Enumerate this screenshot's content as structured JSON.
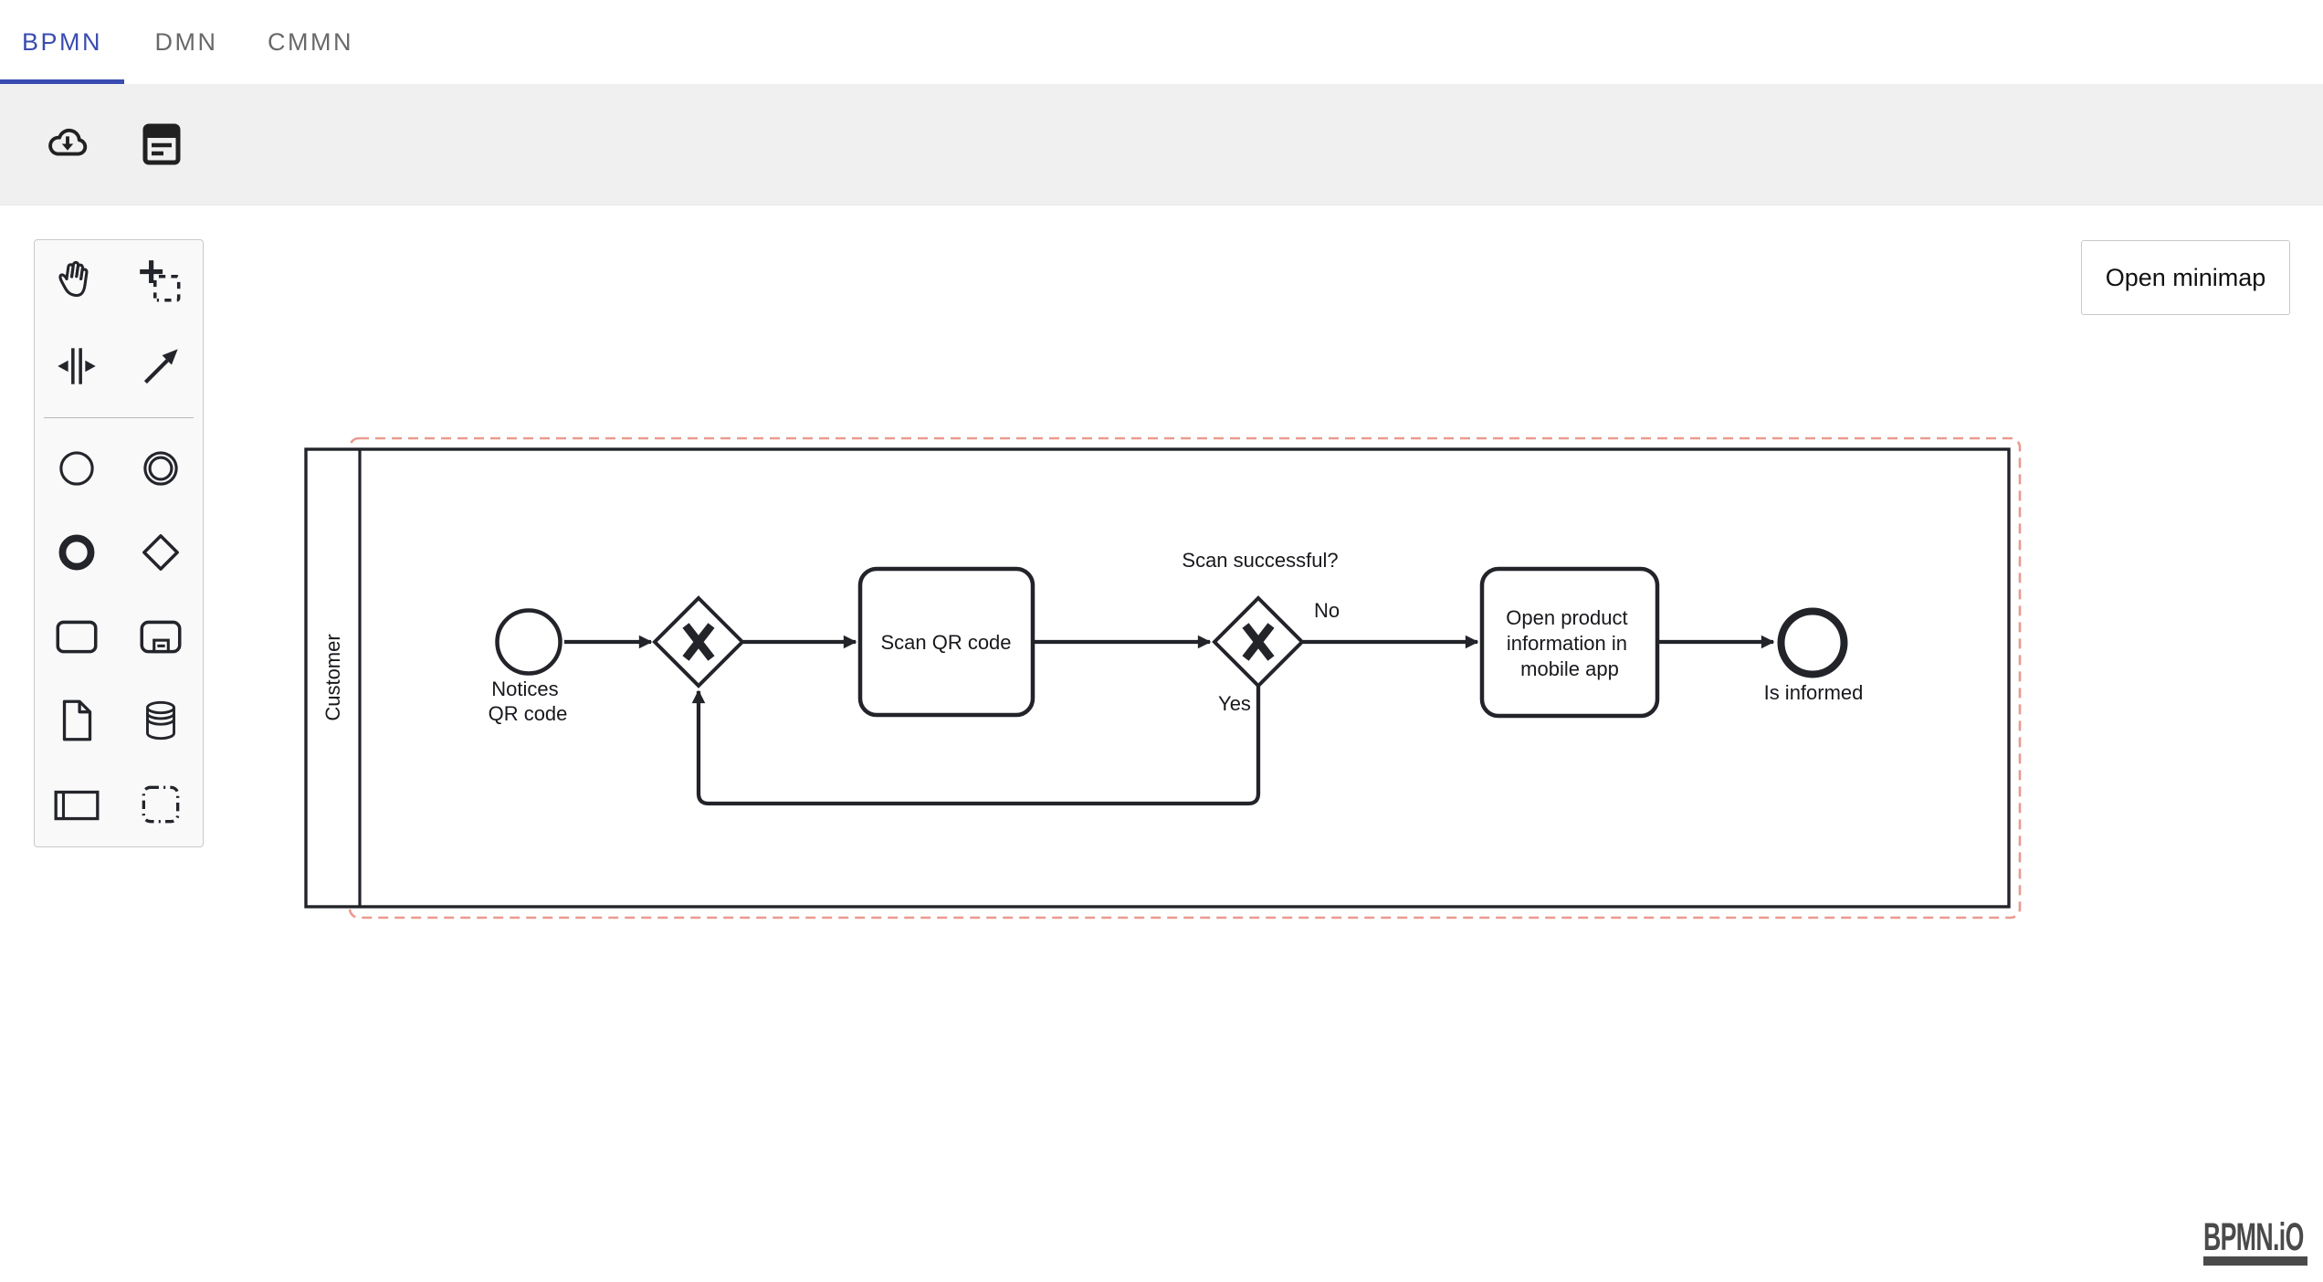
{
  "header": {
    "tabs": [
      {
        "label": "BPMN",
        "active": true
      },
      {
        "label": "DMN",
        "active": false
      },
      {
        "label": "CMMN",
        "active": false
      }
    ]
  },
  "toolbar": {
    "icons": [
      "cloud-download-icon",
      "report-form-icon"
    ]
  },
  "palette": {
    "tools": [
      "hand-tool",
      "lasso-tool",
      "space-tool",
      "global-connect-tool",
      "create-start-event",
      "create-intermediate-event",
      "create-end-event",
      "create-gateway",
      "create-task",
      "create-subprocess",
      "create-data-object",
      "create-data-store",
      "create-participant",
      "create-group"
    ]
  },
  "minimap": {
    "button_label": "Open minimap"
  },
  "diagram": {
    "pool": {
      "label": "Customer"
    },
    "start_event": {
      "label_lines": [
        "Notices",
        "QR code"
      ]
    },
    "task_scan": {
      "label": "Scan QR code"
    },
    "gateway_question": {
      "label": "Scan successful?",
      "no_label": "No",
      "yes_label": "Yes"
    },
    "task_open": {
      "label_lines": [
        "Open product",
        "information in",
        "mobile app"
      ]
    },
    "end_event": {
      "label": "Is informed"
    }
  },
  "branding": {
    "logo_text": "BPMN.iO"
  },
  "colors": {
    "accent": "#3a4cb1",
    "selection_outline": "#e99a90",
    "diagram_stroke": "#22242a",
    "toolbar_bg": "#f0f0f0"
  }
}
